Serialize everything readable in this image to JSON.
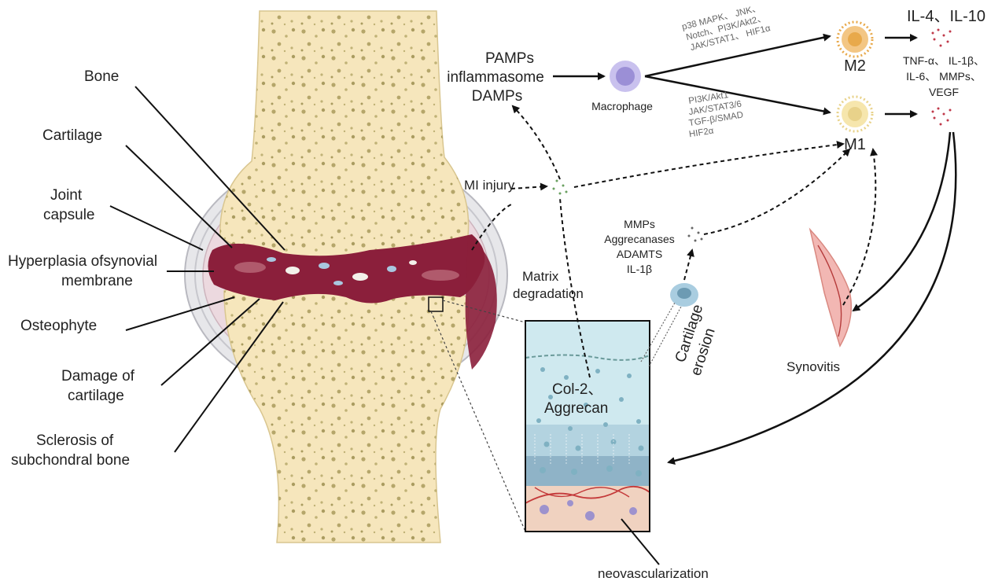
{
  "anatomy_labels": {
    "bone": "Bone",
    "cartilage": "Cartilage",
    "joint_capsule_1": "Joint",
    "joint_capsule_2": "capsule",
    "hyperplasia_1": "Hyperplasia ofsynovial",
    "hyperplasia_2": "membrane",
    "osteophyte": "Osteophyte",
    "damage_1": "Damage of",
    "damage_2": "cartilage",
    "sclerosis_1": "Sclerosis of",
    "sclerosis_2": "subchondral bone"
  },
  "pathway": {
    "pamps": "PAMPs",
    "inflammasome": "inflammasome",
    "damps": "DAMPs",
    "macrophage": "Macrophage",
    "m2": "M2",
    "m1": "M1",
    "m2_signals": [
      "p38 MAPK、 JNK、",
      "Notch、PI3K/Akt2、",
      "JAK/STAT1、 HIF1α"
    ],
    "m1_signals": [
      "PI3K/Akt1",
      "JAK/STAT3/6",
      "TGF-β/SMAD",
      "HIF2α"
    ],
    "m2_cytokines": "IL-4、IL-10",
    "m1_cytokines": [
      "TNF-α、 IL-1β、",
      "IL-6、 MMPs、",
      "VEGF"
    ],
    "mi_injury": "MI injury",
    "enzymes": [
      "MMPs",
      "Aggrecanases",
      "ADAMTS",
      "IL-1β"
    ],
    "matrix_1": "Matrix",
    "matrix_2": "degradation",
    "cartilage_erosion_1": "Cartilage",
    "cartilage_erosion_2": "erosion",
    "synovitis": "Synovitis",
    "col2_1": "Col-2、",
    "col2_2": "Aggrecan",
    "neovascularization": "neovascularization"
  },
  "colors": {
    "bone": "#f6e6bc",
    "bone_pore": "#a99b5c",
    "synovium": "#8b1f3b",
    "capsule": "#d9d9de",
    "cartilage_zone": "#cfe9ef",
    "deep_zone": "#8fb3c7",
    "subchondral": "#f0d2c0",
    "vessel": "#c43a3a",
    "macrophage": "#9b8fd6",
    "m2": "#e8a94b",
    "m1": "#e8d28a"
  }
}
